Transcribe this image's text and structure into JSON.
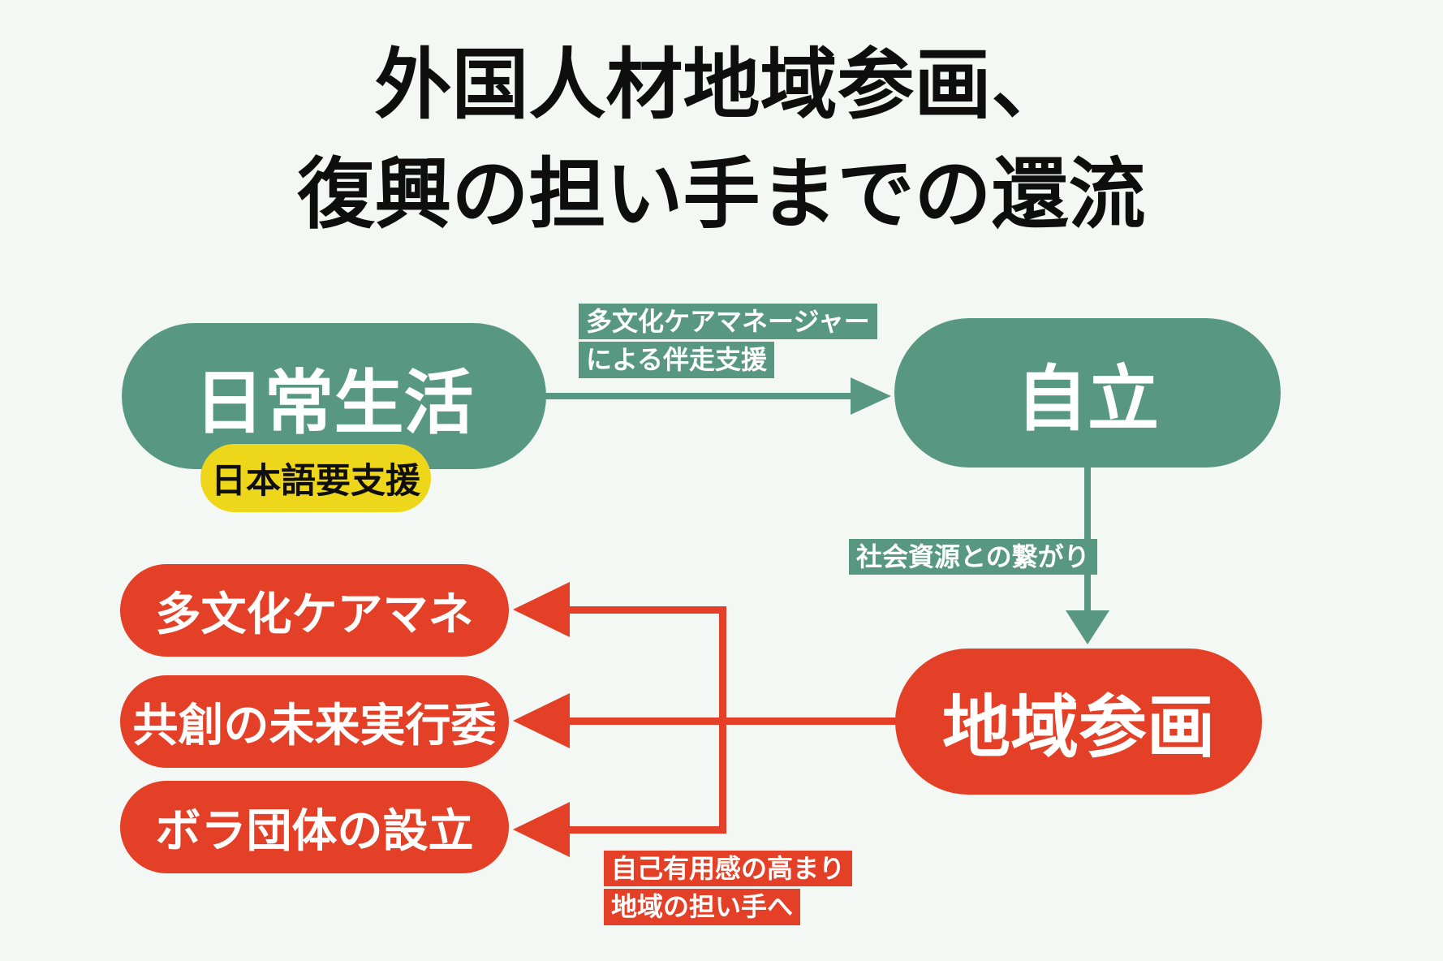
{
  "title": {
    "line1": "外国人材地域参画、",
    "line2": "復興の担い手までの還流"
  },
  "flow": {
    "daily_life": {
      "label": "日常生活",
      "support_tag": "日本語要支援"
    },
    "arrow_daily_to_independence": {
      "label_line1": "多文化ケアマネージャー",
      "label_line2": "による伴走支援"
    },
    "independence": {
      "label": "自立"
    },
    "arrow_independence_to_community": {
      "label": "社会資源との繋がり"
    },
    "community": {
      "label": "地域参画"
    },
    "arrow_community_to_outcomes": {
      "label_line1": "自己有用感の高まり",
      "label_line2": "地域の担い手へ"
    },
    "outcomes": [
      {
        "label": "多文化ケアマネ"
      },
      {
        "label": "共創の未来実行委"
      },
      {
        "label": "ボラ団体の設立"
      }
    ]
  },
  "colors": {
    "background": "#f3f8f5",
    "green": "#589883",
    "red": "#e34027",
    "yellow": "#eed71a",
    "text_dark": "#0e0e0e",
    "text_light": "#ffffff"
  }
}
